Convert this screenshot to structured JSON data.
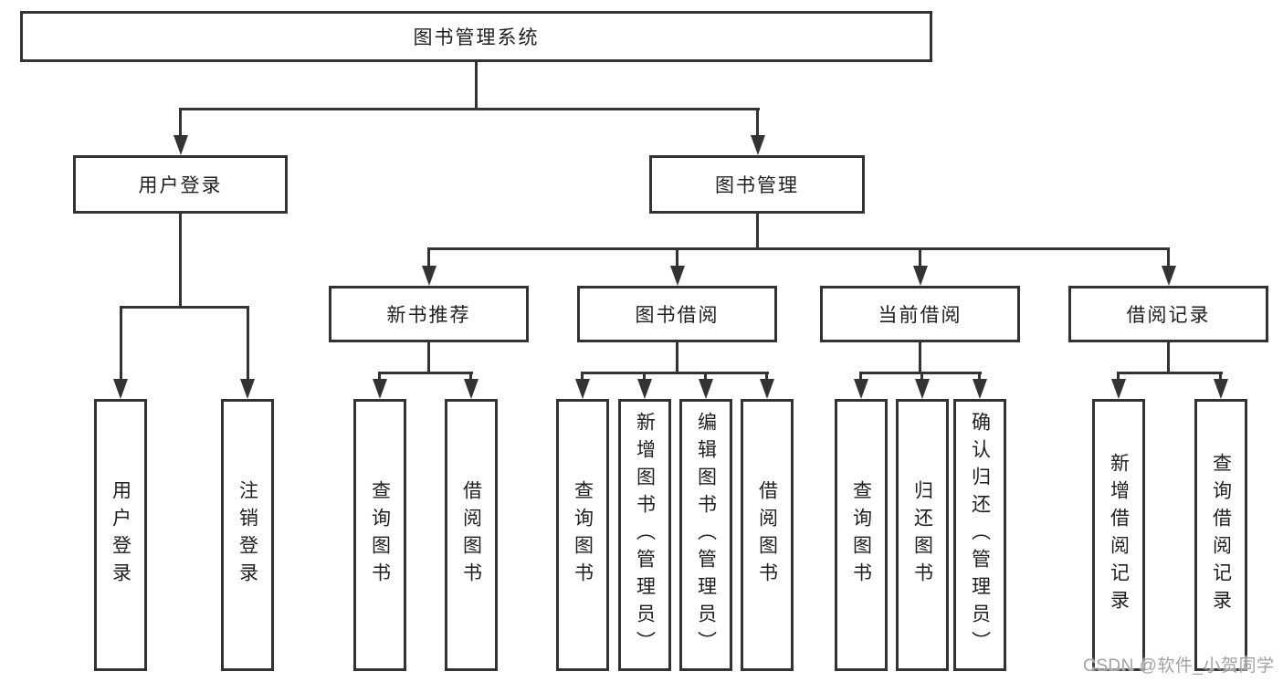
{
  "diagram": {
    "root": "图书管理系统",
    "branches": [
      {
        "label": "用户登录",
        "children": [
          "用户登录",
          "注销登录"
        ]
      },
      {
        "label": "图书管理",
        "groups": [
          {
            "label": "新书推荐",
            "children": [
              "查询图书",
              "借阅图书"
            ]
          },
          {
            "label": "图书借阅",
            "children": [
              "查询图书",
              "新增图书（管理员）",
              "编辑图书（管理员）",
              "借阅图书"
            ]
          },
          {
            "label": "当前借阅",
            "children": [
              "查询图书",
              "归还图书",
              "确认归还（管理员）"
            ]
          },
          {
            "label": "借阅记录",
            "children": [
              "新增借阅记录",
              "查询借阅记录"
            ]
          }
        ]
      }
    ],
    "colors": {
      "line": "#333333",
      "box_border": "#333333",
      "box_fill": "#ffffff",
      "text": "#1f1f1f",
      "watermark": "#a3a3a3"
    },
    "watermark": "CSDN @软件_小贺同学"
  }
}
